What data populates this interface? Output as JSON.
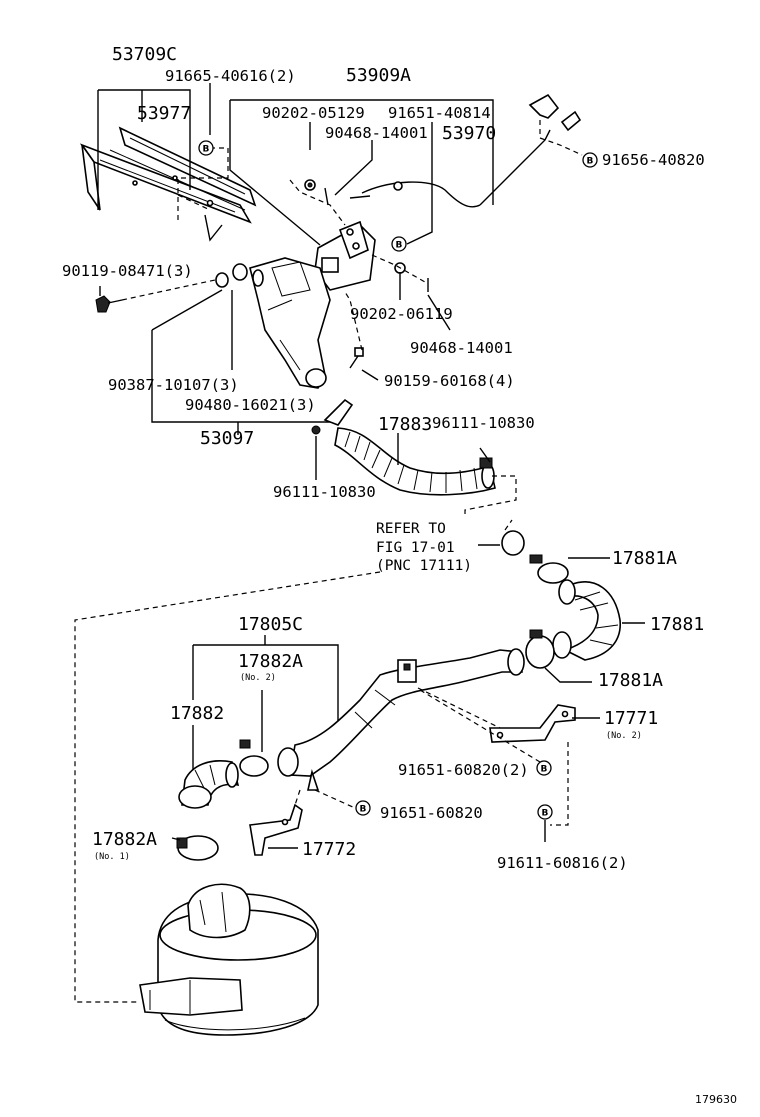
{
  "labels": {
    "p53709C": "53709C",
    "p91665": "91665-40616(2)",
    "p53909A": "53909A",
    "p53977": "53977",
    "p90202_05129": "90202-05129",
    "p91651_40814": "91651-40814",
    "p90468_top": "90468-14001",
    "p53970": "53970",
    "p91656": "91656-40820",
    "p90119": "90119-08471(3)",
    "p90202_06119": "90202-06119",
    "p90468_bottom": "90468-14001",
    "p90387": "90387-10107(3)",
    "p90159": "90159-60168(4)",
    "p90480": "90480-16021(3)",
    "p17883": "17883",
    "p96111_right": "96111-10830",
    "p53097": "53097",
    "p96111_left": "96111-10830",
    "p17881A_top": "17881A",
    "p17881": "17881",
    "p17805C": "17805C",
    "p17882A_no2": "17882A",
    "p17882": "17882",
    "p17881A_bottom": "17881A",
    "p17771": "17771",
    "p91651_60820_2": "91651-60820(2)",
    "p91651_60820": "91651-60820",
    "p17882A_no1": "17882A",
    "p17772": "17772",
    "p91611": "91611-60816(2)"
  },
  "notes": {
    "no2_17882A": "(No. 2)",
    "no2_17771": "(No. 2)",
    "no1_17882A": "(No. 1)"
  },
  "refer": {
    "line1": "REFER TO",
    "line2": "FIG 17-01",
    "line3": "(PNC 17111)"
  },
  "markers": {
    "b": "B"
  },
  "figure_number": "179630"
}
